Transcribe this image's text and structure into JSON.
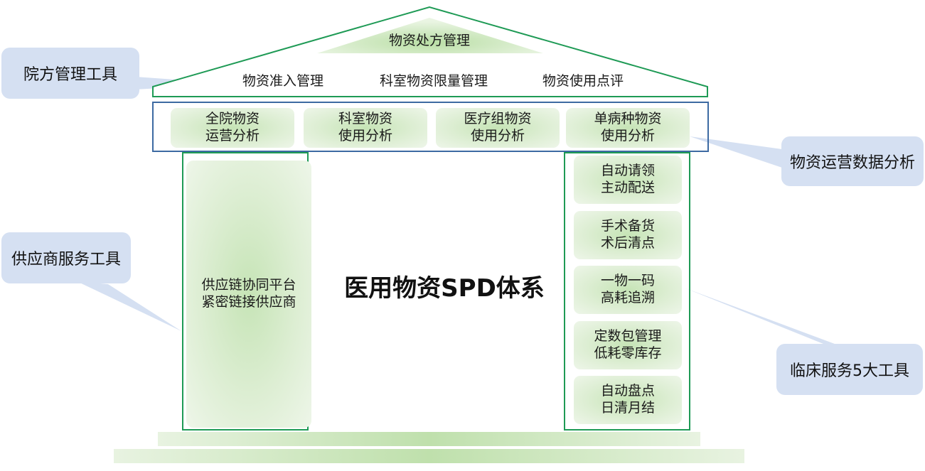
{
  "roof": {
    "top": "物资处方管理",
    "items": [
      "物资准入管理",
      "科室物资限量管理",
      "物资使用点评"
    ]
  },
  "analysis": [
    "全院物资\n运营分析",
    "科室物资\n使用分析",
    "医疗组物资\n使用分析",
    "单病种物资\n使用分析"
  ],
  "left_pillar": {
    "text": "供应链协同平台\n紧密链接供应商"
  },
  "center_title": "医用物资SPD体系",
  "right_pillar": [
    "自动请领\n主动配送",
    "手术备货\n术后清点",
    "一物一码\n高耗追溯",
    "定数包管理\n低耗零库存",
    "自动盘点\n日清月结"
  ],
  "callouts": {
    "hospital": "院方管理工具",
    "supplier": "供应商服务工具",
    "analysis": "物资运营数据分析",
    "clinical": "临床服务5大工具"
  },
  "colors": {
    "green_line": "#1e9a55",
    "blue_line": "#3d6aa2",
    "callout": "#d5e0f2",
    "green_fill": "#c6e4b6"
  }
}
